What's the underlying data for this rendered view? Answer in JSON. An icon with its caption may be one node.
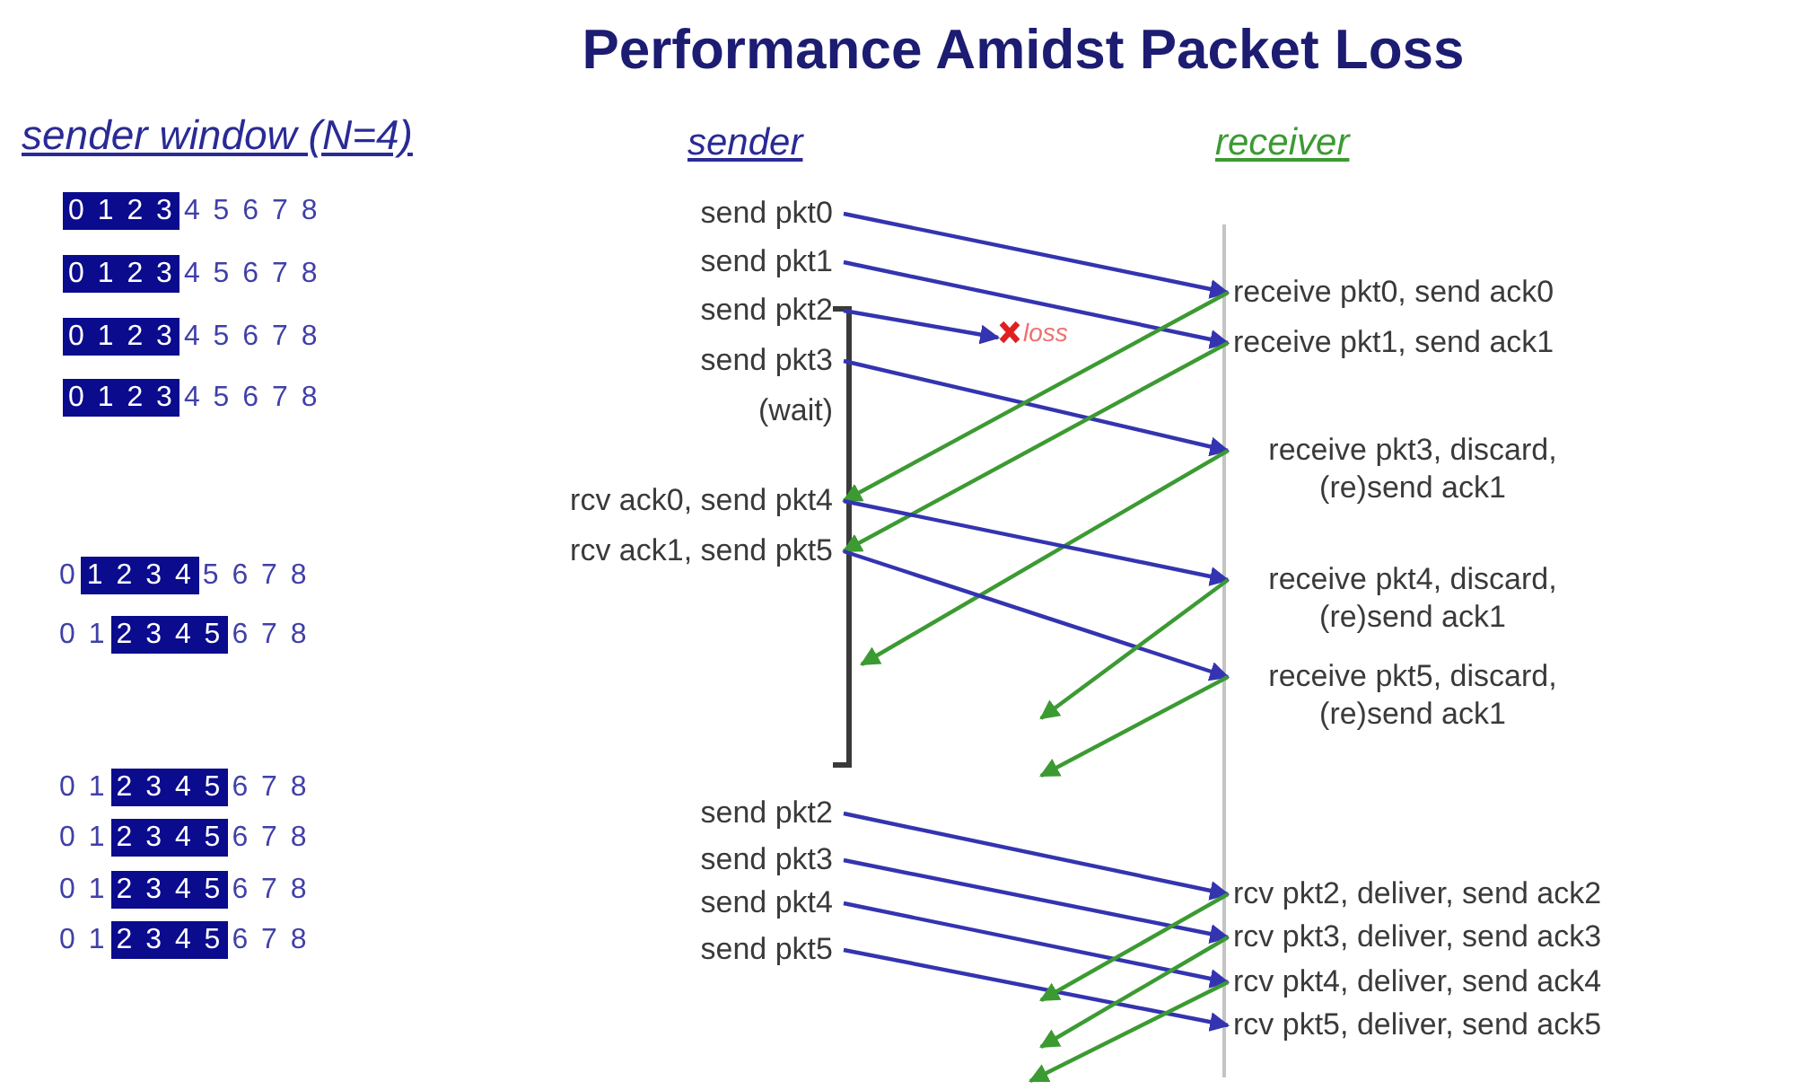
{
  "diagram": {
    "title": "Performance Amidst Packet Loss",
    "nodes": [
      {
        "text": [
          "0 1 2 3"
        ]
      },
      {
        "text": [
          "0 1 2 3"
        ]
      },
      {
        "text": [
          "0 1 2 3"
        ]
      },
      {
        "text": [
          "0 1 2 3"
        ]
      },
      {
        "text": [
          "1 2 3 4"
        ]
      },
      {
        "text": [
          "2 3 4 5"
        ]
      },
      {
        "text": [
          "2 3 4 5"
        ]
      },
      {
        "text": [
          "2 3 4 5"
        ]
      },
      {
        "text": [
          "2 3 4 5"
        ]
      },
      {
        "text": [
          "2 3 4 5"
        ]
      },
      {
        "text": [
          "send pkt0"
        ]
      },
      {
        "text": [
          "send pkt1"
        ]
      },
      {
        "text": [
          "send pkt2"
        ]
      },
      {
        "text": [
          "send pkt3"
        ]
      },
      {
        "text": [
          "rcv ack0, send pkt4"
        ]
      },
      {
        "text": [
          "rcv ack1, send pkt5"
        ]
      },
      {
        "text": [
          "send pkt2"
        ]
      },
      {
        "text": [
          "send pkt3"
        ]
      },
      {
        "text": [
          "send pkt4"
        ]
      },
      {
        "text": [
          "send pkt5"
        ]
      },
      {
        "text": [
          "receive pkt0, send ack0"
        ]
      },
      {
        "text": [
          "receive pkt1, send ack1"
        ]
      },
      {
        "text": [
          "receive pkt3, discard, (re)send ack1"
        ]
      },
      {
        "text": [
          "receive pkt4, discard, (re)send ack1"
        ]
      },
      {
        "text": [
          "receive pkt5, discard, (re)send ack1"
        ]
      },
      {
        "text": [
          "rcv pkt2, deliver, send ack2"
        ]
      },
      {
        "text": [
          "rcv pkt3, deliver, send ack3"
        ]
      },
      {
        "text": [
          "rcv pkt4, deliver, send ack4"
        ]
      },
      {
        "text": [
          "rcv pkt5, deliver, send ack5"
        ]
      },
      {
        "text": [
          "loss"
        ]
      }
    ],
    "edges": [
      {
        "from": 10,
        "to": 20,
        "arrow": "to"
      },
      {
        "from": 11,
        "to": 21,
        "arrow": "to"
      },
      {
        "from": 12,
        "to": 29,
        "arrow": "to"
      },
      {
        "from": 13,
        "to": 22,
        "arrow": "to"
      },
      {
        "from": 20,
        "to": 14,
        "arrow": "to",
        "color": "#3c9a32"
      },
      {
        "from": 21,
        "to": 15,
        "arrow": "to",
        "color": "#3c9a32"
      },
      {
        "from": 22,
        "to": null,
        "arrow": "to",
        "color": "#3c9a32"
      },
      {
        "from": 14,
        "to": 23,
        "arrow": "to"
      },
      {
        "from": 15,
        "to": 24,
        "arrow": "to"
      },
      {
        "from": 23,
        "to": null,
        "arrow": "to",
        "color": "#3c9a32"
      },
      {
        "from": 24,
        "to": null,
        "arrow": "to",
        "color": "#3c9a32"
      },
      {
        "from": 16,
        "to": 25,
        "arrow": "to"
      },
      {
        "from": 17,
        "to": 26,
        "arrow": "to"
      },
      {
        "from": 18,
        "to": 27,
        "arrow": "to"
      },
      {
        "from": 19,
        "to": 28,
        "arrow": "to"
      },
      {
        "from": 25,
        "to": null,
        "arrow": "to",
        "color": "#3c9a32"
      },
      {
        "from": 26,
        "to": null,
        "arrow": "to",
        "color": "#3c9a32"
      },
      {
        "from": 27,
        "to": null,
        "arrow": "to",
        "color": "#3c9a32"
      }
    ],
    "labels": [
      "sender window (N=4)",
      "sender",
      "receiver",
      "4 5 6 7 8",
      "4 5 6 7 8",
      "4 5 6 7 8",
      "4 5 6 7 8",
      "(wait)",
      "0",
      "5 6 7 8",
      "0 1",
      "6 7 8",
      "0 1",
      "6 7 8",
      "0 1",
      "6 7 8",
      "0 1",
      "6 7 8",
      "0 1",
      "6 7 8"
    ]
  }
}
